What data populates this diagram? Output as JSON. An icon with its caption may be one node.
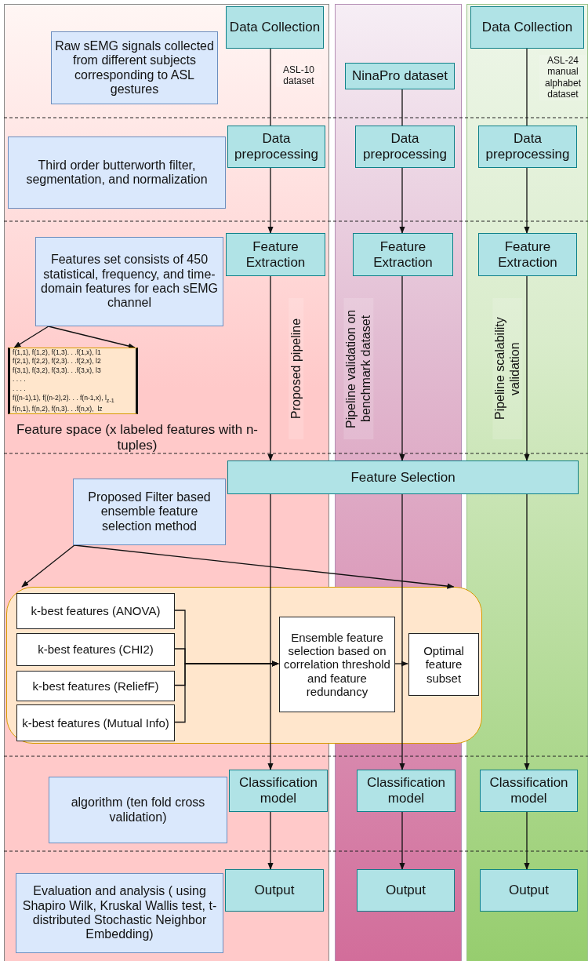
{
  "diagram": {
    "nodes": [
      {
        "text": [
          "Data Collection"
        ]
      },
      {
        "text": [
          "Raw sEMG signals collected  from different subjects corresponding to ASL gestures"
        ]
      },
      {
        "text": [
          "Data Collection"
        ]
      },
      {
        "text": [
          "NinaPro dataset"
        ]
      },
      {
        "text": [
          "Data preprocessing"
        ]
      },
      {
        "text": [
          "Third order butterworth filter, segmentation, and normalization"
        ]
      },
      {
        "text": [
          "Data preprocessing"
        ]
      },
      {
        "text": [
          "Data preprocessing"
        ]
      },
      {
        "text": [
          "Features set consists of 450 statistical, frequency, and time-domain features for each sEMG channel"
        ]
      },
      {
        "text": [
          "Feature Extraction"
        ]
      },
      {
        "text": [
          "Feature Extraction"
        ]
      },
      {
        "text": [
          "Feature Extraction"
        ]
      },
      {
        "text": [
          "f(1,1), f(1,2), f(1,3). . .f(1,x), l1",
          "f(2,1), f(2,2), f(2,3). . .f(2,x), l2",
          "f(3,1), f(3,2), f(3,3). . .f(3,x), l3",
          ". . . .",
          ". . . .",
          "f((n-1),1), f((n-2),2). . . f(n-1,x), l$_{z-1}$",
          "f(n,1), f(n,2), f(n,3). . .f(n,x),  lz"
        ],
        "beside": [
          "Feature space (x labeled features with n- tuples)"
        ]
      },
      {
        "text": [
          "Feature Selection"
        ]
      },
      {
        "text": [
          "Proposed Filter based ensemble feature selection method"
        ]
      },
      {
        "text": [],
        "shape": "box"
      },
      {
        "text": [
          "k-best features (ANOVA)"
        ],
        "in": 15
      },
      {
        "text": [
          "k-best features (CHI2)"
        ],
        "in": 15
      },
      {
        "text": [
          "k-best features (ReliefF)"
        ],
        "in": 15
      },
      {
        "text": [
          "k-best features (Mutual Info)"
        ],
        "in": 15
      },
      {
        "text": [
          "Ensemble feature selection based on correlation threshold and feature redundancy"
        ],
        "in": 15
      },
      {
        "text": [
          "Optimal feature subset"
        ],
        "in": 15
      },
      {
        "text": [
          "Classification model"
        ]
      },
      {
        "text": [
          "algorithm (ten fold cross validation)"
        ]
      },
      {
        "text": [
          "Classification model"
        ]
      },
      {
        "text": [
          "Classification model"
        ]
      },
      {
        "text": [
          "Output"
        ]
      },
      {
        "text": [
          "Evaluation and analysis ( using Shapiro Wilk, Kruskal Wallis test, t-distributed Stochastic Neighbor Embedding)"
        ]
      },
      {
        "text": [
          "Output"
        ]
      },
      {
        "text": [
          "Output"
        ]
      }
    ],
    "edges": [
      {
        "from": 0,
        "to": 4,
        "arrow": "none",
        "label": "ASL-10 dataset"
      },
      {
        "from": 3,
        "to": 6,
        "arrow": "none"
      },
      {
        "from": 2,
        "to": 7,
        "arrow": "none",
        "label": "ASL-24 manual alphabet dataset"
      },
      {
        "from": 4,
        "to": 9,
        "arrow": "to"
      },
      {
        "from": 6,
        "to": 10,
        "arrow": "to"
      },
      {
        "from": 7,
        "to": 11,
        "arrow": "to"
      },
      {
        "from": 8,
        "to": 12,
        "arrow": "to"
      },
      {
        "from": 8,
        "to": 12,
        "arrow": "to"
      },
      {
        "from": 9,
        "to": 13,
        "arrow": "to",
        "label": "Proposed pipeline"
      },
      {
        "from": 10,
        "to": 13,
        "arrow": "to",
        "label": "Pipeline validation on benchmark dataset"
      },
      {
        "from": 11,
        "to": 13,
        "arrow": "to",
        "label": "Pipeline scalability validation"
      },
      {
        "from": 14,
        "to": 15,
        "arrow": "to"
      },
      {
        "from": 14,
        "to": 15,
        "arrow": "to"
      },
      {
        "from": 13,
        "to": 22,
        "arrow": "to"
      },
      {
        "from": 13,
        "to": 24,
        "arrow": "to"
      },
      {
        "from": 13,
        "to": 25,
        "arrow": "to"
      },
      {
        "from": 16,
        "to": 20,
        "arrow": "to"
      },
      {
        "from": 17,
        "to": 20,
        "arrow": "to"
      },
      {
        "from": 18,
        "to": 20,
        "arrow": "to"
      },
      {
        "from": 19,
        "to": 20,
        "arrow": "to"
      },
      {
        "from": 20,
        "to": 21,
        "arrow": "to"
      },
      {
        "from": 22,
        "to": 26,
        "arrow": "to"
      },
      {
        "from": 24,
        "to": 28,
        "arrow": "to"
      },
      {
        "from": 25,
        "to": 29,
        "arrow": "to"
      }
    ]
  }
}
